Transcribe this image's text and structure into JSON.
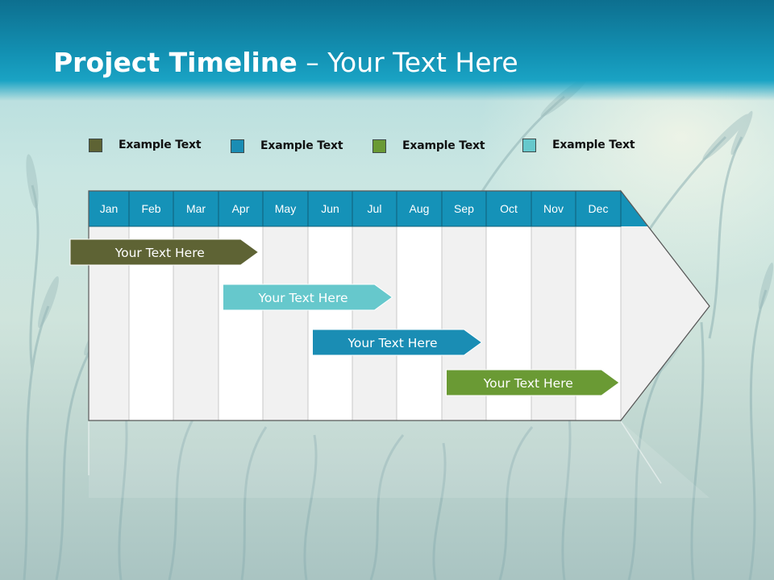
{
  "title": {
    "bold": "Project Timeline",
    "rest": " – Your Text Here"
  },
  "legend": [
    {
      "label": "Example Text",
      "color": "#5e6334"
    },
    {
      "label": "Example Text",
      "color": "#1a8db4"
    },
    {
      "label": "Example Text",
      "color": "#6a9a34"
    },
    {
      "label": "Example Text",
      "color": "#66c8cc"
    }
  ],
  "months": [
    "Jan",
    "Feb",
    "Mar",
    "Apr",
    "May",
    "Jun",
    "Jul",
    "Aug",
    "Sep",
    "Oct",
    "Nov",
    "Dec"
  ],
  "colors": {
    "header": "#1592b8",
    "column_odd": "#f1f1f1",
    "column_even": "#ffffff",
    "grid_line": "#c8c8c8",
    "outline": "#5a5a5a"
  },
  "tasks": [
    {
      "label": "Your  Text Here",
      "start_month": "Jan",
      "end_month": "Apr",
      "color": "#5e6334"
    },
    {
      "label": "Your  Text Here",
      "start_month": "Apr",
      "end_month": "Jul",
      "color": "#66c8cc"
    },
    {
      "label": "Your  Text Here",
      "start_month": "Jun",
      "end_month": "Sep",
      "color": "#1a8db4"
    },
    {
      "label": "Your  Text Here",
      "start_month": "Sep",
      "end_month": "Dec",
      "color": "#6a9a34"
    }
  ]
}
